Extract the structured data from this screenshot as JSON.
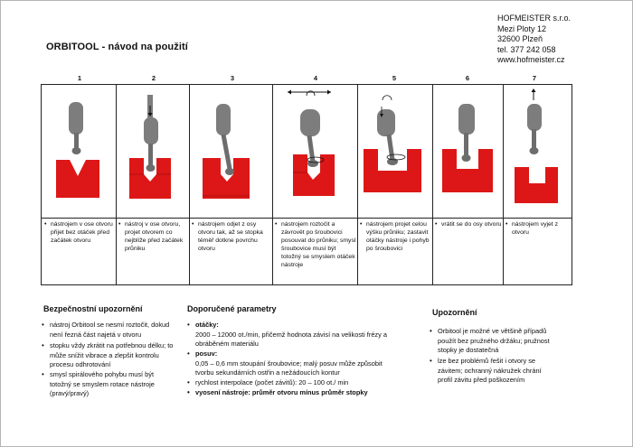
{
  "title": "ORBITOOL - návod na použití",
  "company": {
    "name": "HOFMEISTER s.r.o.",
    "street": "Mezi Ploty 12",
    "city": "32600 Plzeň",
    "phone": "tel. 377 242 058",
    "web": "www.hofmeister.cz"
  },
  "steps": [
    {
      "num": "1",
      "text": "nástrojem v ose otvoru přijet bez otáček před začátek otvoru"
    },
    {
      "num": "2",
      "text": "nástroj v ose otvoru, projet otvorem co nejblíže před začátek průniku"
    },
    {
      "num": "3",
      "text": "nástrojem odjet z osy otvoru tak, až se stopka téměř dotkne povrchu otvoru"
    },
    {
      "num": "4",
      "text": "nástrojem roztočit a závrovět po šroubovici posouvat do průniku; smysl šroubovice musí být totožný se smyslem otáček nástroje"
    },
    {
      "num": "5",
      "text": "nástrojem projet celou výšku průniku; zastavit otáčky nástroje i pohyb po šroubovici"
    },
    {
      "num": "6",
      "text": "vrátit se do osy otvoru"
    },
    {
      "num": "7",
      "text": "nástrojem vyjet z otvoru"
    }
  ],
  "safety": {
    "title": "Bezpečnostní upozornění",
    "items": [
      "nástroj Orbitool se nesmí roztočit, dokud není řezná část najetá v otvoru",
      "stopku vždy zkrátit na potřebnou délku; to může snížit vibrace a zlepšit kontrolu procesu odhrotování",
      "smysl spirálového pohybu musí být totožný se smyslem rotace nástroje (pravý/pravý)"
    ]
  },
  "params": {
    "title": "Doporučené parametry",
    "rpm_label": "otáčky:",
    "rpm_text": "2000 – 12000 ot./min, přičemž hodnota závisí na velikosti frézy a obráběném materiálu",
    "feed_label": "posuv:",
    "feed_text": "0,05 – 0,6 mm stoupání šroubovice; malý posuv může způsobit tvorbu sekundárních ostřin a nežádoucích kontur",
    "interp_text": "rychlost interpolace (počet závitů): 20 – 100 ot./ min",
    "overhang_text": "vyosení nástroje: průměr otvoru mínus průměr stopky"
  },
  "notice": {
    "title": "Upozornění",
    "items": [
      "Orbitool je možné ve většině případů použít bez pružného držáku; pružnost stopky je dostatečná",
      "lze bez problémů řešit i otvory se závitem; ochranný nákružek chrání profil závitu před poškozením"
    ]
  },
  "colors": {
    "red": "#dd1717",
    "tool": "#7d7d7d",
    "border": "#222222"
  }
}
